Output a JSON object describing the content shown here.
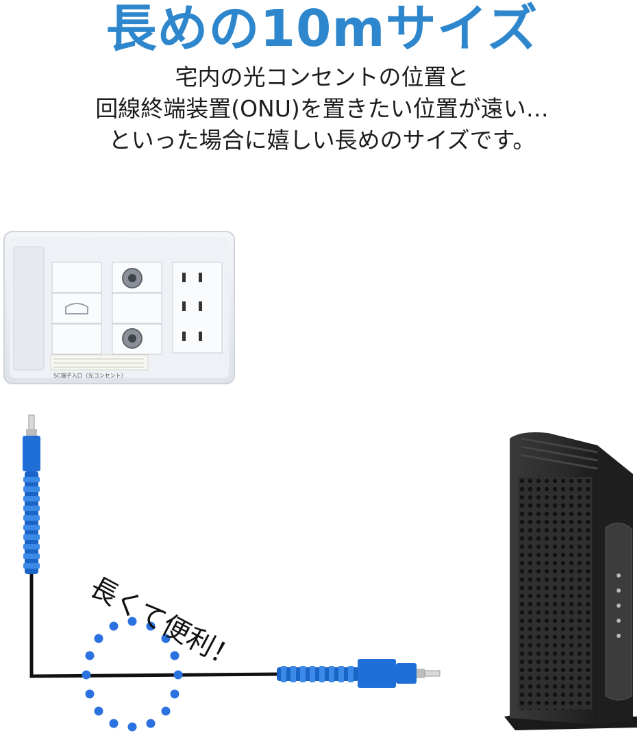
{
  "headline": "長めの10mサイズ",
  "description": [
    "宅内の光コンセントの位置と",
    "回線終端装置(ONU)を置きたい位置が遠い…",
    "といった場合に嬉しい長めのサイズです。"
  ],
  "callout": "長くて便利！",
  "outlet_label": "SC端子入口（光コンセント）",
  "colors": {
    "headline": "#2e87cd",
    "connector_blue": "#1f6fd6",
    "dots": "#2b72e0",
    "cable": "#111111",
    "onu_body": "#2c2c2c"
  },
  "icons": [
    "wall-outlet-panel",
    "fiber-connector",
    "onu-device"
  ]
}
